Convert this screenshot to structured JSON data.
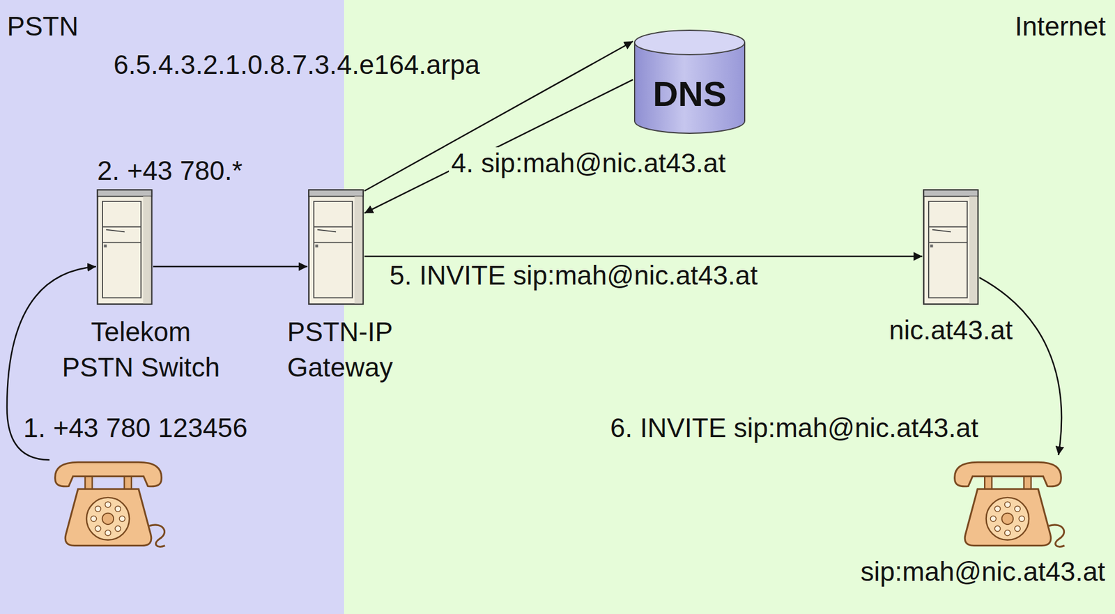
{
  "diagram": {
    "nodes": [
      {
        "text": [
          "PSTN"
        ]
      },
      {
        "text": [
          "Internet"
        ]
      },
      {
        "text": [
          "DNS"
        ],
        "in": 1
      },
      {
        "text": [
          "2. +43 780.*",
          "Telekom PSTN Switch"
        ],
        "in": 0
      },
      {
        "text": [
          "PSTN-IP Gateway"
        ]
      },
      {
        "text": [
          "nic.at43.at"
        ],
        "in": 1
      },
      {
        "text": [
          "1. +43 780 123456"
        ],
        "in": 0
      },
      {
        "text": [
          "sip:mah@nic.at43.at"
        ],
        "in": 1
      }
    ],
    "edges": [
      {
        "from": 6,
        "to": 3,
        "arrow": "to"
      },
      {
        "from": 3,
        "to": 4,
        "arrow": "to"
      },
      {
        "from": 4,
        "to": 2,
        "label": "6.5.4.3.2.1.0.8.7.3.4.e164.arpa",
        "arrow": "to"
      },
      {
        "from": 2,
        "to": 4,
        "label": "4. sip:mah@nic.at43.at",
        "arrow": "to"
      },
      {
        "from": 4,
        "to": 5,
        "label": "5. INVITE sip:mah@nic.at43.at",
        "arrow": "to"
      },
      {
        "from": 5,
        "to": 7,
        "label": "6. INVITE sip:mah@nic.at43.at",
        "arrow": "to"
      }
    ]
  }
}
